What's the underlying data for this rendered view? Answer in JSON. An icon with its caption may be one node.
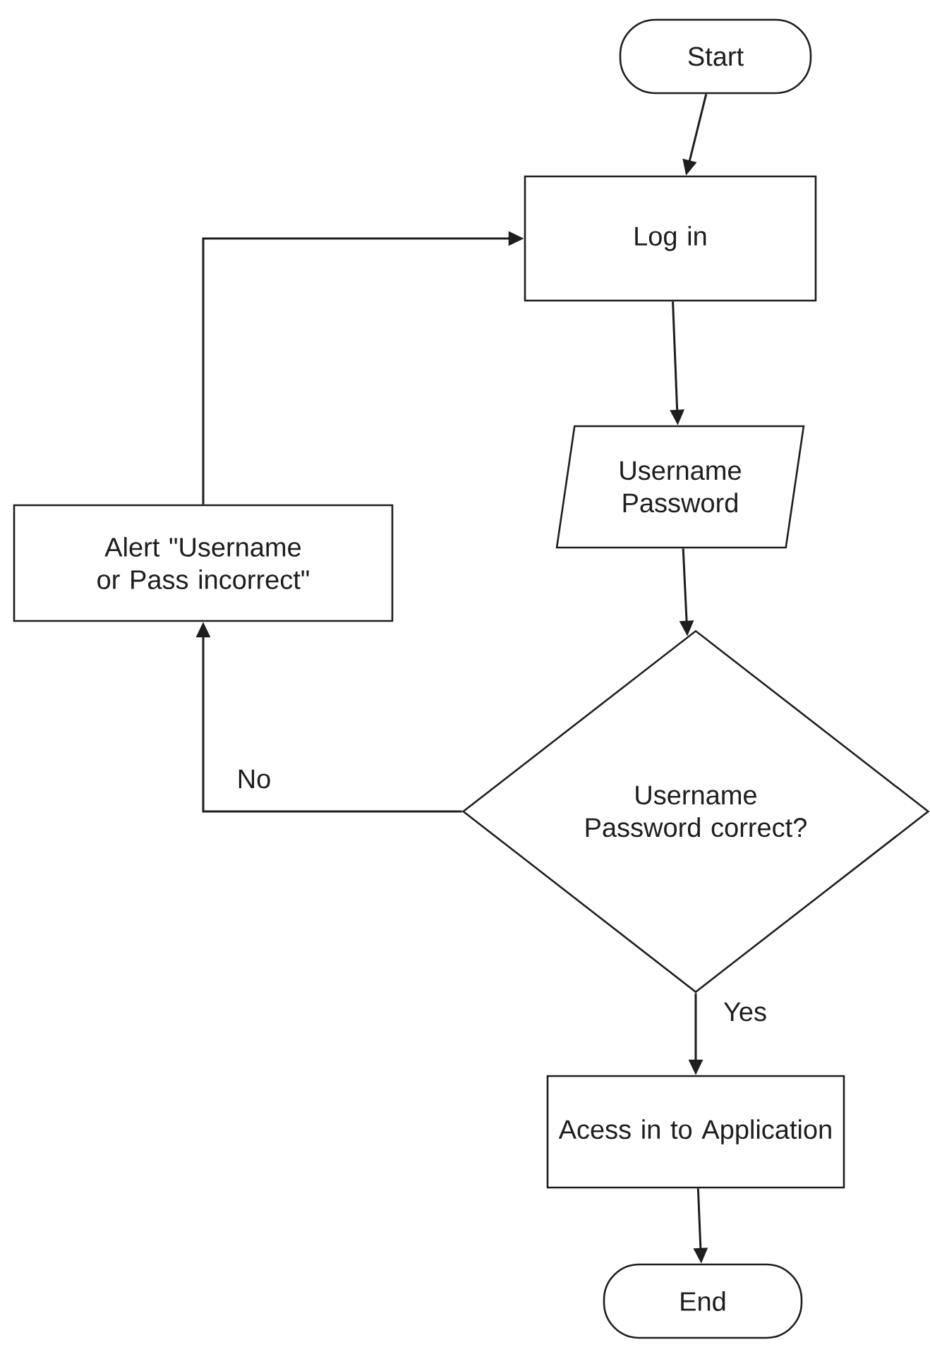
{
  "diagram": {
    "nodes": [
      {
        "text": [
          "Start"
        ]
      },
      {
        "text": [
          "Log in"
        ]
      },
      {
        "text": [
          "Username Password"
        ]
      },
      {
        "text": [
          "Alert \"Username or Pass incorrect\""
        ]
      },
      {
        "text": [
          "Username Password correct?"
        ]
      },
      {
        "text": [
          "Acess in to Application"
        ]
      },
      {
        "text": [
          "End"
        ]
      }
    ],
    "edges": [
      {
        "from": 0,
        "to": 1,
        "arrow": "to"
      },
      {
        "from": 1,
        "to": 2,
        "arrow": "to"
      },
      {
        "from": 2,
        "to": 4,
        "arrow": "to"
      },
      {
        "from": 4,
        "to": 3,
        "arrow": "to",
        "label": "No"
      },
      {
        "from": 3,
        "to": 1,
        "arrow": "to"
      },
      {
        "from": 4,
        "to": 5,
        "arrow": "to",
        "label": "Yes"
      },
      {
        "from": 5,
        "to": 6,
        "arrow": "to"
      }
    ]
  }
}
